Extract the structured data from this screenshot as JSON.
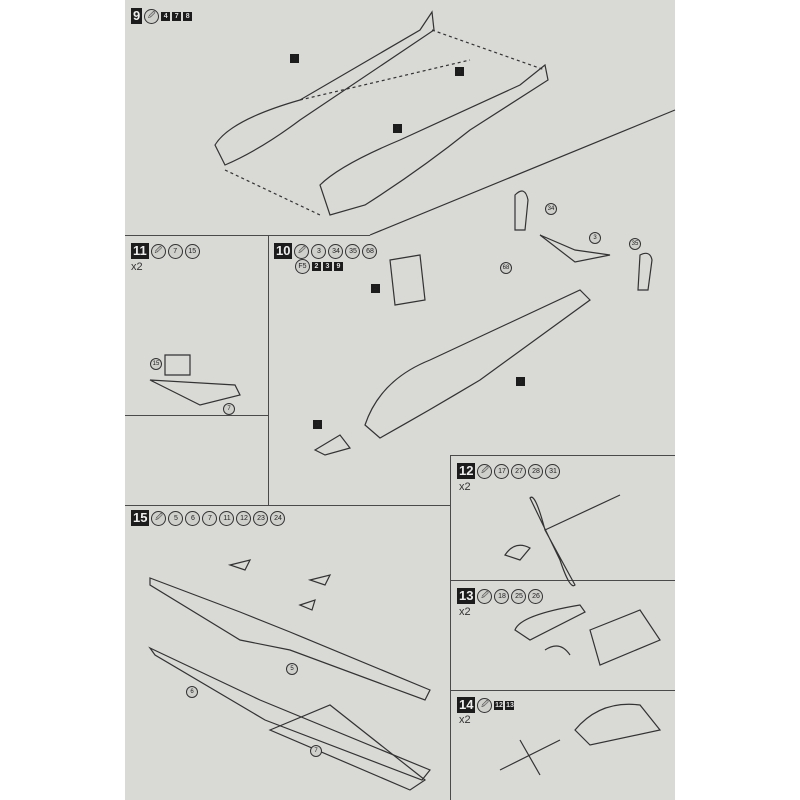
{
  "steps": {
    "s9": {
      "number": "9",
      "glue": "glue-icon",
      "parts": [
        "4",
        "7",
        "8"
      ],
      "callouts": [
        "7",
        "4",
        "8"
      ]
    },
    "s11": {
      "number": "11",
      "glue": "glue-icon",
      "parts": [
        "7",
        "15"
      ],
      "multiplier": "x2",
      "callouts": [
        "15",
        "7"
      ]
    },
    "s10": {
      "number": "10",
      "glue": "glue-icon",
      "parts": [
        "3",
        "34",
        "35",
        "68"
      ],
      "sub_label": "F5",
      "sub_parts": [
        "2",
        "3",
        "9"
      ],
      "callouts": [
        "2",
        "3",
        "9",
        "34",
        "35",
        "3",
        "68"
      ]
    },
    "s12": {
      "number": "12",
      "glue": "glue-icon",
      "parts": [
        "17",
        "27",
        "28",
        "31"
      ],
      "multiplier": "x2"
    },
    "s13": {
      "number": "13",
      "glue": "glue-icon",
      "parts": [
        "18",
        "25",
        "26"
      ],
      "multiplier": "x2"
    },
    "s14": {
      "number": "14",
      "glue": "glue-icon",
      "parts": [
        "12",
        "13"
      ],
      "multiplier": "x2"
    },
    "s15": {
      "number": "15",
      "glue": "glue-icon",
      "parts": [
        "5",
        "6",
        "7",
        "11",
        "12",
        "23",
        "24"
      ],
      "callouts": [
        "6",
        "7",
        "5"
      ]
    }
  }
}
